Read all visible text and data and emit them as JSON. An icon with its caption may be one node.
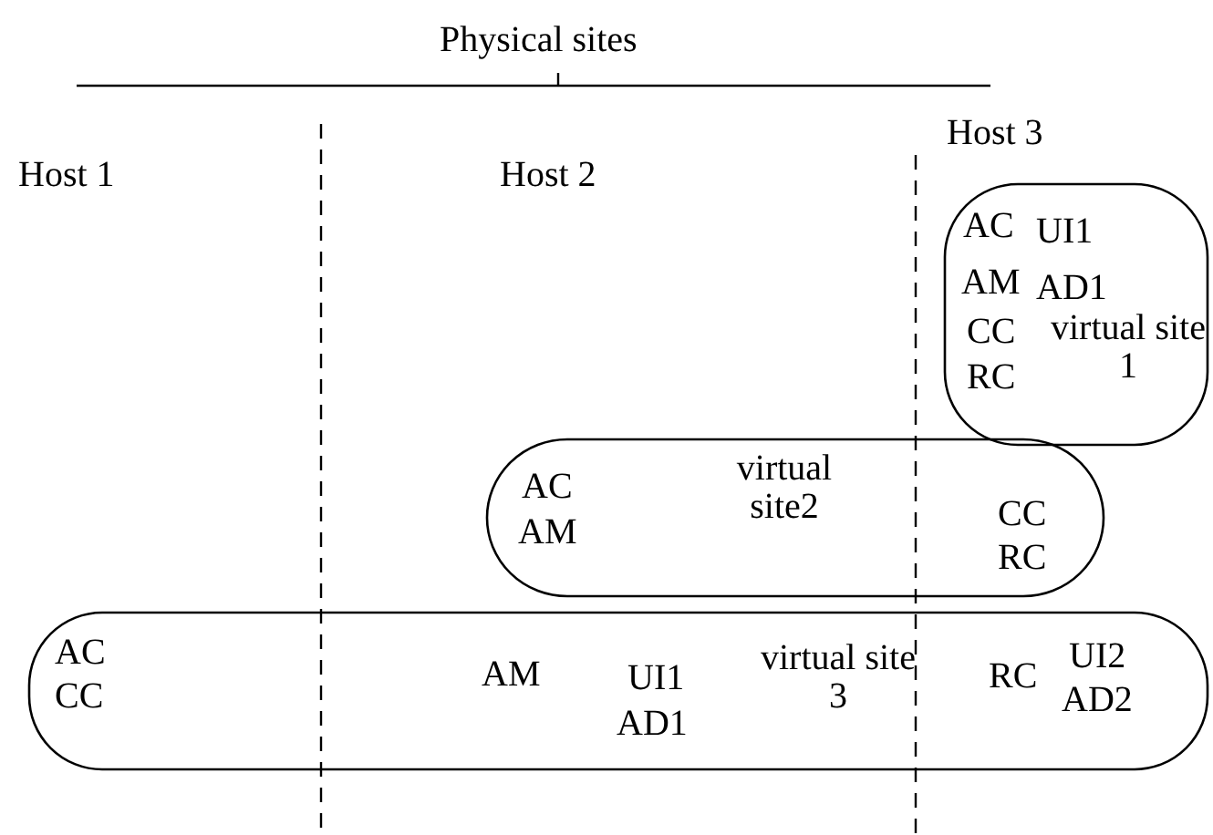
{
  "diagram": {
    "title": "Physical sites",
    "nodes": [
      {
        "text": [
          "AC",
          "UI1",
          "AM",
          "AD1",
          "CC",
          "RC",
          "virtual site 1"
        ]
      },
      {
        "text": [
          "AC",
          "AM",
          "virtual site2",
          "CC",
          "RC"
        ]
      },
      {
        "text": [
          "AC",
          "CC",
          "AM",
          "UI1",
          "AD1",
          "virtual site 3",
          "RC",
          "UI2",
          "AD2"
        ]
      }
    ],
    "edges": [],
    "labels": [
      "Host 1",
      "Host 2",
      "Host 3"
    ]
  }
}
